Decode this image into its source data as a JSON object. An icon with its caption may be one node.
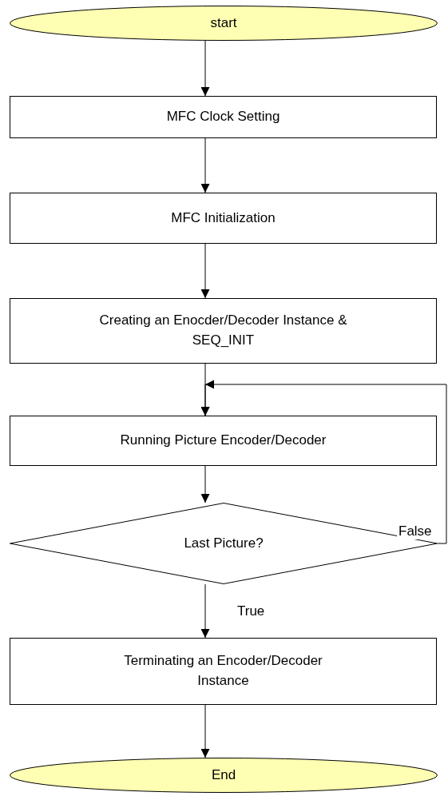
{
  "diagram": {
    "nodes": [
      {
        "text": [
          "start"
        ]
      },
      {
        "text": [
          "MFC Clock Setting"
        ]
      },
      {
        "text": [
          "MFC Initialization"
        ]
      },
      {
        "text": [
          "Creating an Enocder/Decoder Instance & SEQ_INIT"
        ]
      },
      {
        "text": [
          "Running Picture Encoder/Decoder"
        ]
      },
      {
        "text": [
          "Last Picture?"
        ]
      },
      {
        "text": [
          "Terminating an Encoder/Decoder Instance"
        ]
      },
      {
        "text": [
          "End"
        ]
      }
    ],
    "edges": [
      {
        "from": 0,
        "to": 1,
        "arrow": "to"
      },
      {
        "from": 1,
        "to": 2,
        "arrow": "to"
      },
      {
        "from": 2,
        "to": 3,
        "arrow": "to"
      },
      {
        "from": 3,
        "to": 4,
        "arrow": "to"
      },
      {
        "from": 4,
        "to": 5,
        "arrow": "to"
      },
      {
        "from": 5,
        "to": 6,
        "arrow": "to",
        "label": "True"
      },
      {
        "from": 6,
        "to": 7,
        "arrow": "to"
      },
      {
        "from": 5,
        "to": 4,
        "arrow": "to",
        "label": "False"
      }
    ]
  }
}
